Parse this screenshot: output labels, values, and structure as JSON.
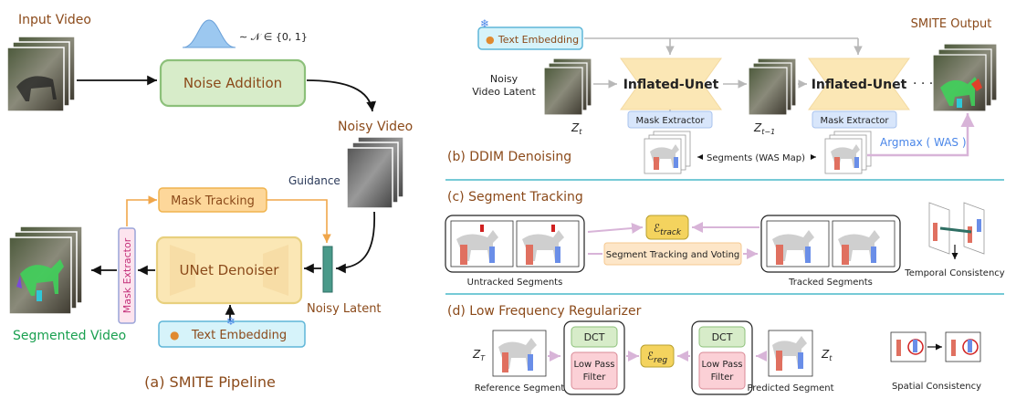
{
  "panel_a": {
    "input_video_label": "Input Video",
    "noise_formula": "∼ 𝒩 ∈ {0, 1}",
    "noise_addition_label": "Noise Addition",
    "noisy_video_label": "Noisy Video",
    "guidance_label": "Guidance",
    "mask_tracking_label": "Mask Tracking",
    "mask_extractor_label": "Mask Extractor",
    "unet_denoiser_label": "UNet Denoiser",
    "noisy_latent_label": "Noisy Latent",
    "text_embedding_label": "Text  Embedding",
    "segmented_video_label": "Segmented Video",
    "caption": "(a) SMITE Pipeline"
  },
  "panel_b": {
    "text_embedding_label": "Text  Embedding",
    "noisy_latent_line1": "Noisy",
    "noisy_latent_line2": "Video Latent",
    "unet1_label": "Inflated-Unet",
    "unet2_label": "Inflated-Unet",
    "mask_extractor1_label": "Mask Extractor",
    "mask_extractor2_label": "Mask Extractor",
    "z_t": "Zt",
    "z_t_minus": "Zt−1",
    "ellipsis": "· · ·",
    "output_label": "SMITE Output",
    "segments_label": "Segments (WAS Map)",
    "argmax_label": "Argmax ( WAS )",
    "caption": "(b) DDIM Denoising"
  },
  "panel_c": {
    "caption": "(c) Segment Tracking",
    "e_track": "ℰtrack",
    "tracking_voting_label": "Segment Tracking and Voting",
    "untracked_label": "Untracked Segments",
    "tracked_label": "Tracked Segments",
    "temporal_label": "Temporal Consistency"
  },
  "panel_d": {
    "caption": "(d) Low Frequency Regularizer",
    "z_T": "ZT",
    "z_t": "Zt",
    "dct1_label": "DCT",
    "dct2_label": "DCT",
    "lpf1_line1": "Low Pass",
    "lpf1_line2": "Filter",
    "lpf2_line1": "Low Pass",
    "lpf2_line2": "Filter",
    "e_reg": "ℰreg",
    "reference_label": "Reference Segment",
    "predicted_label": "Predicted Segment",
    "spatial_label": "Spatial Consistency"
  },
  "colors": {
    "caption_brown": "#8B4A1A",
    "green_box": "#d7ecc9",
    "yellow_box": "#fbe7b5",
    "orange_box": "#fdd79a",
    "cyan_box": "#d6f3fa",
    "pink_box": "#fde4ee",
    "mask_blue": "#d8e6fb",
    "separator": "#48b8c8",
    "argmax_blue": "#4a86e8"
  }
}
